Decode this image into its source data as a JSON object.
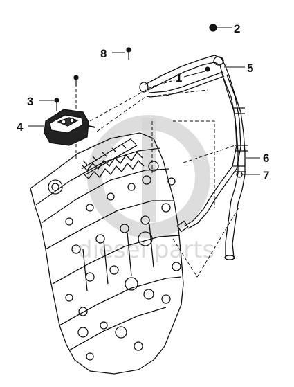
{
  "diagram": {
    "callouts": [
      {
        "id": "c1",
        "label": "1"
      },
      {
        "id": "c2",
        "label": "2"
      },
      {
        "id": "c3",
        "label": "3"
      },
      {
        "id": "c4",
        "label": "4"
      },
      {
        "id": "c5",
        "label": "5"
      },
      {
        "id": "c6",
        "label": "6"
      },
      {
        "id": "c7",
        "label": "7"
      },
      {
        "id": "c8",
        "label": "8"
      }
    ]
  },
  "watermark": {
    "text": "diesel parts"
  },
  "colors": {
    "line": "#111111",
    "watermark": "#d0d0d0",
    "background": "#ffffff"
  }
}
